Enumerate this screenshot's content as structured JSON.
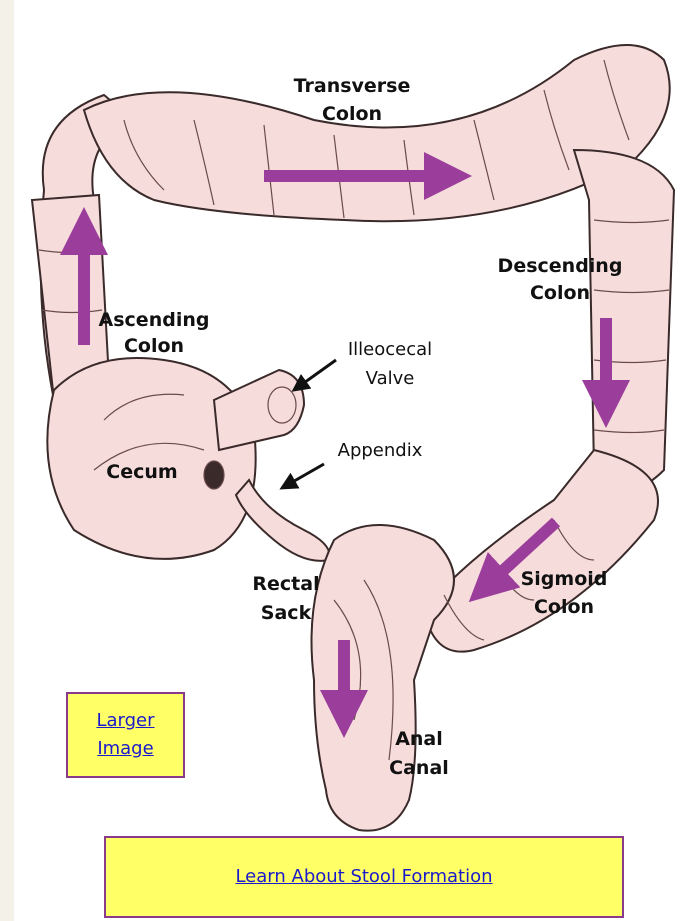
{
  "labels": {
    "transverse_1": "Transverse",
    "transverse_2": "Colon",
    "descending_1": "Descending",
    "descending_2": "Colon",
    "ascending_1": "Ascending",
    "ascending_2": "Colon",
    "illeocecal_1": "Illeocecal",
    "illeocecal_2": "Valve",
    "appendix": "Appendix",
    "cecum": "Cecum",
    "rectal_1": "Rectal",
    "rectal_2": "Sack",
    "sigmoid_1": "Sigmoid",
    "sigmoid_2": "Colon",
    "anal_1": "Anal",
    "anal_2": "Canal"
  },
  "links": {
    "larger_image": "Larger Image",
    "stool_formation": "Learn About Stool Formation"
  },
  "colors": {
    "colon_fill": "#f7dcdc",
    "outline": "#3a2a2a",
    "arrow": "#9b3d9b",
    "link_box": "#ffff66",
    "link_border": "#8a3a8a",
    "link_text": "#1a1acc"
  }
}
